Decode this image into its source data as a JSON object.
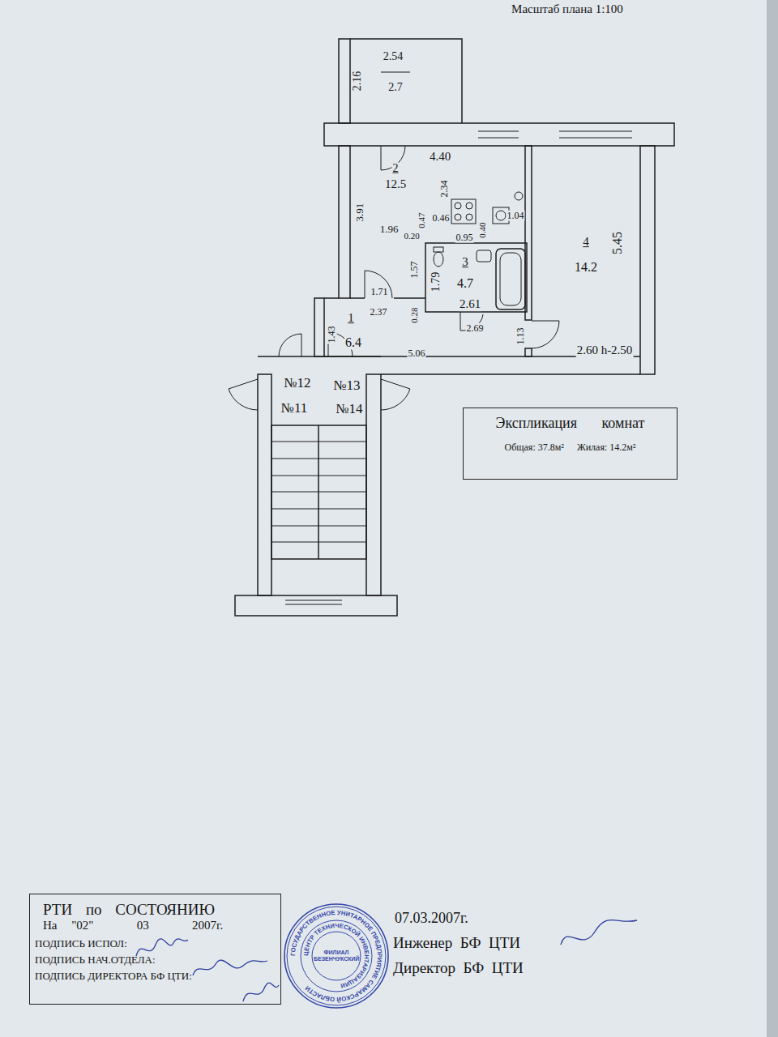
{
  "diagram": {
    "nodes": [
      {
        "text": [
          "Экспликация комнат",
          "Общая: 37.8м²",
          "Жилая: 14.2м²"
        ]
      },
      {
        "text": [
          "РТИ по СОСТОЯНИЮ",
          "На \"02\"   03   2007г.",
          "ПОДПИСЬ ИСПОЛ:",
          "ПОДПИСЬ НАЧ.ОТДЕЛА:",
          "ПОДПИСЬ ДИРЕКТОРА БФ ЦТИ:"
        ]
      },
      {
        "text": [
          "ГОСУДАРСТВЕННОЕ УНИТАРНОЕ ПРЕДПРИЯТИЕ САМАРСКОЙ ОБЛАСТИ",
          "ЦЕНТР ТЕХНИЧЕСКОЙ ИНВЕНТАРИЗАЦИИ",
          "ФИЛИАЛ БЕЗЕНЧУКСКИЙ"
        ]
      }
    ],
    "labels": [
      "Масштаб плана 1:100",
      "2.54",
      "2.16",
      "2.7",
      "4.40",
      "2",
      "12.5",
      "3.91",
      "2.34",
      "1.96",
      "0.47",
      "0.46",
      "0.20",
      "0.40",
      "1.04",
      "0.95",
      "1.57",
      "1.79",
      "3",
      "4.7",
      "2.61",
      "4",
      "14.2",
      "5.45",
      "1.71",
      "2.37",
      "0.28",
      "1",
      "6.4",
      "1.43",
      "2.69",
      "1.13",
      "5.06",
      "2.60 h-2.50",
      "№12",
      "№13",
      "№11",
      "№14",
      "07.03.2007г.",
      "Инженер  БФ  ЦТИ",
      "Директор  БФ  ЦТИ"
    ]
  }
}
